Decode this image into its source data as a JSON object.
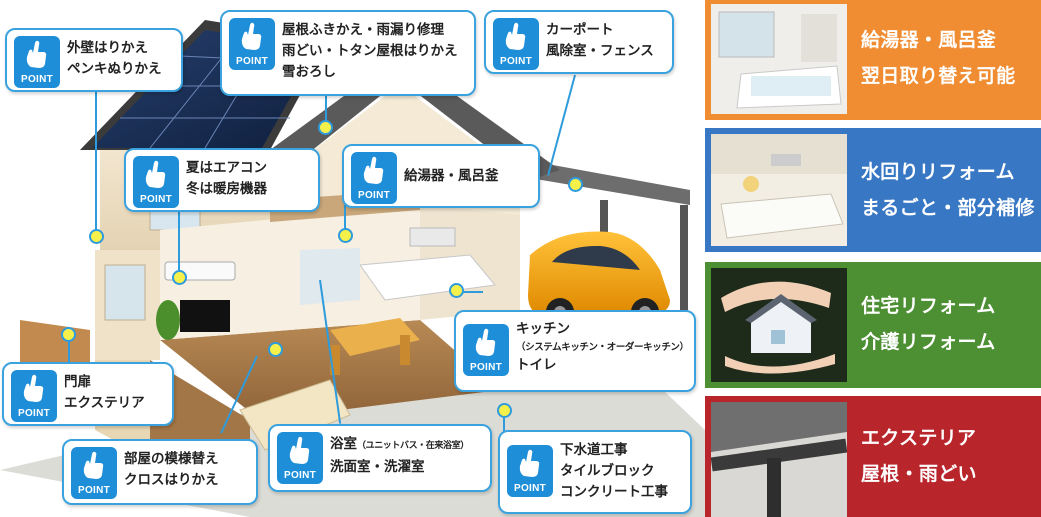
{
  "colors": {
    "callout_border": "#3aa3df",
    "badge": "#1e8ed8",
    "pin_fill": "#f6f04a",
    "panel_orange": "#f08c32",
    "panel_blue": "#3877c4",
    "panel_green": "#4d8f33",
    "panel_red": "#b8262c"
  },
  "badge_label": "POINT",
  "badge_icon": "pointing-hand-icon",
  "callouts": {
    "exterior_wall": {
      "line1": "外壁はりかえ",
      "line2": "ペンキぬりかえ"
    },
    "roof": {
      "line1": "屋根ふきかえ・雨漏り修理",
      "line2": "雨どい・トタン屋根はりかえ",
      "line3": "雪おろし"
    },
    "carport": {
      "line1": "カーポート",
      "line2": "風除室・フェンス"
    },
    "aircon": {
      "line1": "夏はエアコン",
      "line2": "冬は暖房機器"
    },
    "water_heater": {
      "line1": "給湯器・風呂釜"
    },
    "kitchen": {
      "line1": "キッチン",
      "line2": "（システムキッチン・オーダーキッチン）",
      "line3": "トイレ"
    },
    "gate": {
      "line1": "門扉",
      "line2": "エクステリア"
    },
    "bathroom": {
      "line1": "浴室",
      "line1_note": "（ユニットバス・在来浴室）",
      "line2": "洗面室・洗濯室"
    },
    "room_pattern": {
      "line1": "部屋の模様替え",
      "line2": "クロスはりかえ"
    },
    "sewer": {
      "line1": "下水道工事",
      "line2": "タイルブロック",
      "line3": "コンクリート工事"
    }
  },
  "services": [
    {
      "line1": "給湯器・風呂釜",
      "line2": "翌日取り替え可能",
      "icon": "bathroom-photo"
    },
    {
      "line1": "水回りリフォーム",
      "line2": "まるごと・部分補修",
      "icon": "kitchen-photo"
    },
    {
      "line1": "住宅リフォーム",
      "line2": "介護リフォーム",
      "icon": "house-in-hands-photo"
    },
    {
      "line1": "エクステリア",
      "line2": "屋根・雨どい",
      "icon": "rain-gutter-photo"
    }
  ]
}
